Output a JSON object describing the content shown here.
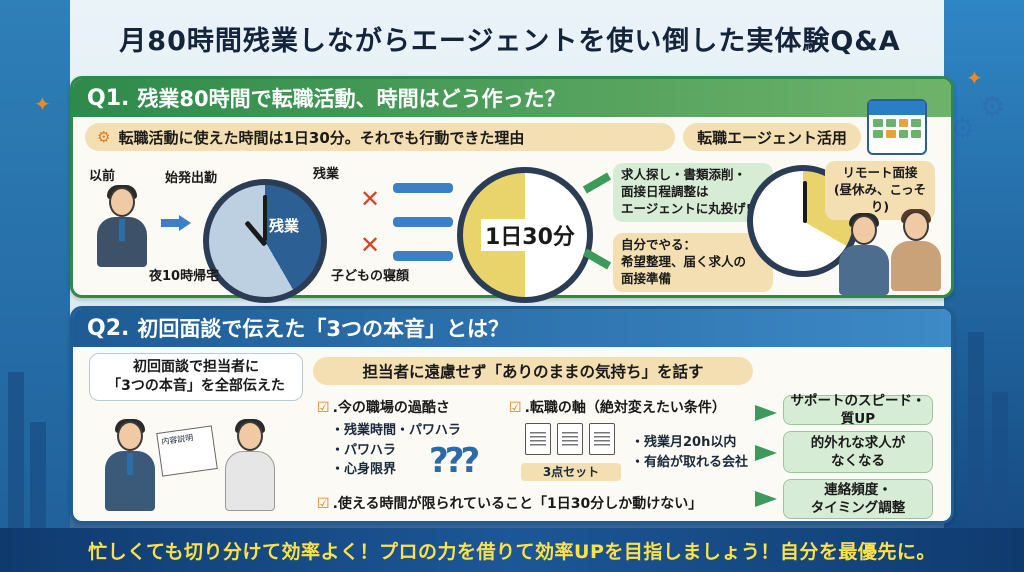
{
  "title": "月80時間残業しながらエージェントを使い倒した実体験Q&A",
  "q1": {
    "num": "Q1.",
    "heading": "残業80時間で転職活動、時間はどう作った？",
    "subbar": "転職活動に使えた時間は1日30分。それでも行動できた理由",
    "subbar_right": "転職エージェント活用",
    "before_label": "以前",
    "first_train": "始発出勤",
    "overtime": "残業",
    "overtime_clock": "残業",
    "home_10pm": "夜10時帰宅",
    "kids_sleeping": "子どもの寝顔",
    "center_clock": "1日30分",
    "delegated": "求人探し・書類添削・\n面接日程調整は\nエージェントに丸投げ!",
    "self_do": "自分でやる：\n希望整理、届く求人の\n面接準備",
    "remote": "リモート面接\n(昼休み、こっそり)"
  },
  "q2": {
    "num": "Q2.",
    "heading": "初回面談で伝えた「3つの本音」とは？",
    "left_note": "初回面談で担当者に\n「3つの本音」を全部伝えた",
    "doc_label": "内容説明",
    "subbar": "担当者に遠慮せず「ありのままの気持ち」を話す",
    "item1": ".今の職場の過酷さ",
    "item1_sub": [
      "・残業時間・パワハラ",
      "・パワハラ",
      "・心身限界"
    ],
    "item2": ".転職の軸（絶対変えたい条件）",
    "set_label": "3点セット",
    "item2_sub": [
      "・残業月20h以内",
      "・有給が取れる会社"
    ],
    "item3": ".使える時間が限られていること「1日30分しか動けない」",
    "result1": "サポートのスピード・質UP",
    "result2": "的外れな求人が\nなくなる",
    "result3": "連絡頻度・\nタイミング調整"
  },
  "footer": "忙しくても切り分けて効率よく！プロの力を借りて効率UPを目指しましょう！自分を最優先に。",
  "colors": {
    "q1_accent": "#2e8a4c",
    "q2_accent": "#1e5b95",
    "footer_text": "#ffe14a",
    "check": "#e07b1f"
  },
  "icons": [
    "gear-icon",
    "calendar-icon",
    "clock-icon",
    "arrow-icon",
    "checkbox-icon",
    "star-icon",
    "document-icon",
    "question-mark-icon"
  ]
}
